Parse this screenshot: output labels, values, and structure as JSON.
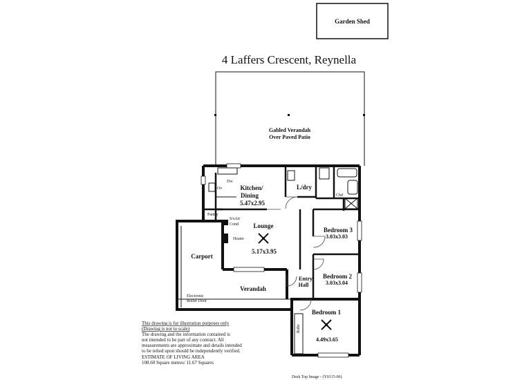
{
  "title": "4 Laffers Crescent, Reynella",
  "garden_shed": "Garden Shed",
  "rooms": {
    "gabled_verandah": [
      "Gabled Verandah",
      "Over Paved Patio"
    ],
    "kitchen": [
      "Kitchen/",
      "Dining",
      "5.47x2.95"
    ],
    "laundry": "L/dry",
    "lounge": [
      "Lounge",
      "5.17x3.95"
    ],
    "bedroom3": [
      "Bedroom 3",
      "3.03x3.03"
    ],
    "bedroom2": [
      "Bedroom 2",
      "3.03x3.04"
    ],
    "bedroom1": [
      "Bedroom 1",
      "4.49x3.65"
    ],
    "carport": "Carport",
    "verandah": "Verandah",
    "entry_hall": [
      "Entry",
      "Hall"
    ]
  },
  "fixtures": {
    "dishwasher": "Dw",
    "oven": "Ov",
    "pantry": "Pantry",
    "air_cond": [
      "S/sAir",
      "Cond"
    ],
    "heater": "Heater",
    "cupboard": "Cbd",
    "robe": "Robe",
    "roller_door": [
      "Electronic",
      "Roller Door"
    ]
  },
  "disclaimer": {
    "heading": "This drawing is for illustration purposes only",
    "subheading": "(Drawing is not to scale)",
    "lines": [
      "The drawing and the information contained is",
      "not intended to be part of any contract.  All",
      "measurements are approximate and details intended",
      "to be relied upon should be independently verified."
    ]
  },
  "living_area": {
    "heading": "ESTIMATE OF LIVING AREA",
    "value": "108.60 Square metres/  11.67 Squares"
  },
  "footer": "Desk Top Image - (Y0115-06)"
}
